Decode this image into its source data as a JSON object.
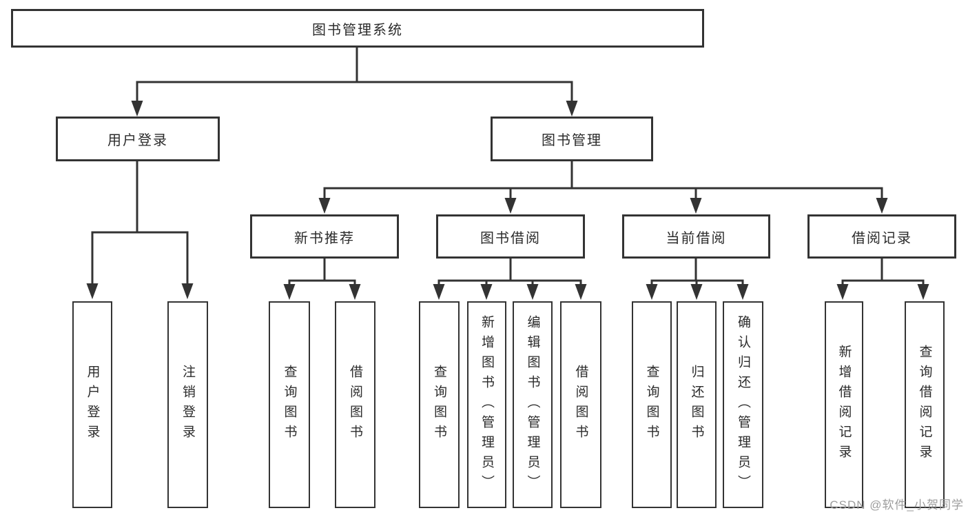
{
  "diagram": {
    "root": {
      "label": "图书管理系统"
    },
    "branches": [
      {
        "label": "用户登录",
        "children": [
          "用户登录",
          "注销登录"
        ]
      },
      {
        "label": "图书管理",
        "groups": [
          {
            "label": "新书推荐",
            "children": [
              "查询图书",
              "借阅图书"
            ]
          },
          {
            "label": "图书借阅",
            "children": [
              "查询图书",
              "新增图书（管理员）",
              "编辑图书（管理员）",
              "借阅图书"
            ]
          },
          {
            "label": "当前借阅",
            "children": [
              "查询图书",
              "归还图书",
              "确认归还（管理员）"
            ]
          },
          {
            "label": "借阅记录",
            "children": [
              "新增借阅记录",
              "查询借阅记录"
            ]
          }
        ]
      }
    ]
  },
  "watermark": "CSDN @软件_小贺同学",
  "colors": {
    "line": "#333333",
    "text": "#2b2b2b",
    "background": "#ffffff",
    "watermark": "#9d9d9d"
  }
}
